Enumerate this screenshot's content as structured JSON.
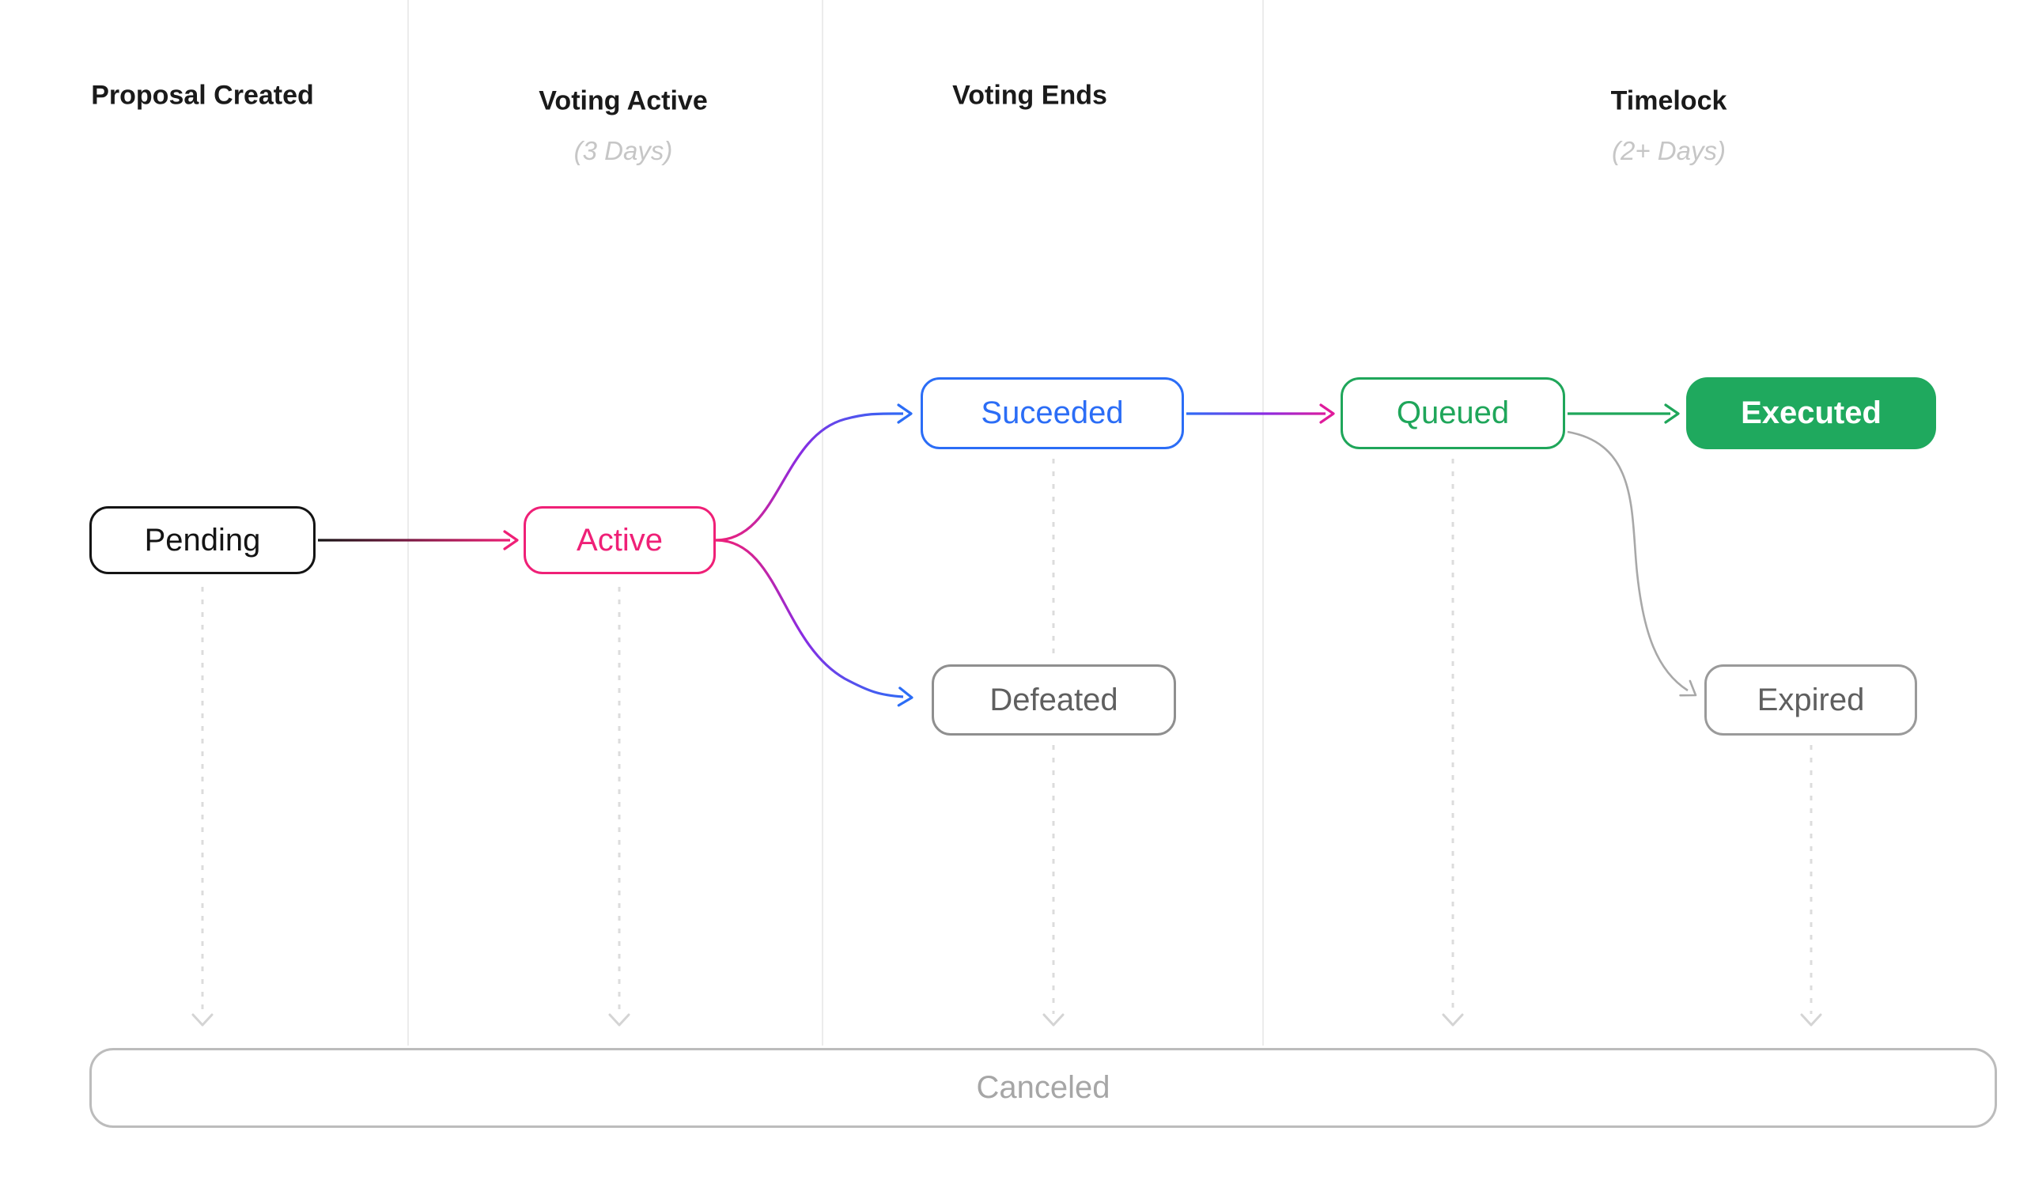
{
  "columns": [
    {
      "title": "Proposal Created",
      "subtitle": ""
    },
    {
      "title": "Voting Active",
      "subtitle": "(3 Days)"
    },
    {
      "title": "Voting Ends",
      "subtitle": ""
    },
    {
      "title": "Timelock",
      "subtitle": "(2+ Days)"
    }
  ],
  "nodes": {
    "pending": {
      "label": "Pending",
      "color": "#141414"
    },
    "active": {
      "label": "Active",
      "color": "#ef2077"
    },
    "suceeded": {
      "label": "Suceeded",
      "color": "#2b6df6"
    },
    "defeated": {
      "label": "Defeated",
      "color": "#8f8f8f"
    },
    "queued": {
      "label": "Queued",
      "color": "#1fa65a"
    },
    "executed": {
      "label": "Executed",
      "color": "#1fa95e"
    },
    "expired": {
      "label": "Expired",
      "color": "#9a9a9a"
    },
    "canceled": {
      "label": "Canceled",
      "color": "#bcbcbc"
    }
  },
  "colors": {
    "pink": "#ef2077",
    "purple": "#8a2be2",
    "blue": "#2b6df6",
    "magenta": "#df1b9b",
    "green": "#1fa65a",
    "gray_arrow": "#a8a8a8",
    "dashed_line": "#dcdcdc",
    "column_divider": "#ececec",
    "black": "#141414"
  }
}
